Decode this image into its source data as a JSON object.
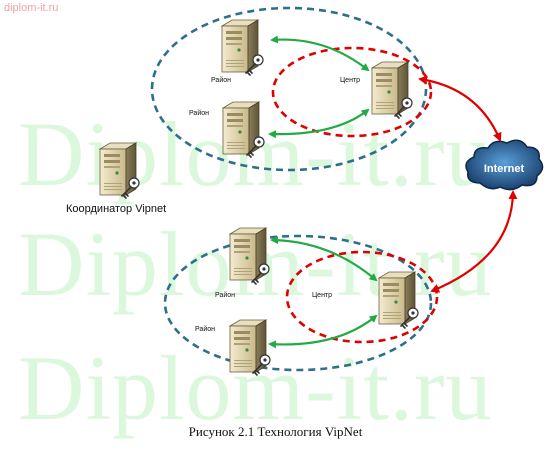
{
  "site_tag": "diplom-it.ru",
  "watermark": [
    "Diplom-it.ru",
    "Diplom-it.ru",
    "Diplom-it.ru"
  ],
  "cloud_label": "Internet",
  "coordinator_label": "Координатор Vipnet",
  "top_network": {
    "node_labels": [
      "Район",
      "Район",
      "Центр"
    ]
  },
  "bottom_network": {
    "node_labels": [
      "Район",
      "Район",
      "Центр"
    ]
  },
  "caption": "Рисунок 2.1 Технология VipNet",
  "colors": {
    "network_ellipse": "#2e6f8e",
    "center_ellipse": "#e00000",
    "local_arrows": "#22aa44",
    "internet_arrows": "#e00000",
    "cloud": "#1b3f6e",
    "watermark": "#dcf8dc"
  }
}
